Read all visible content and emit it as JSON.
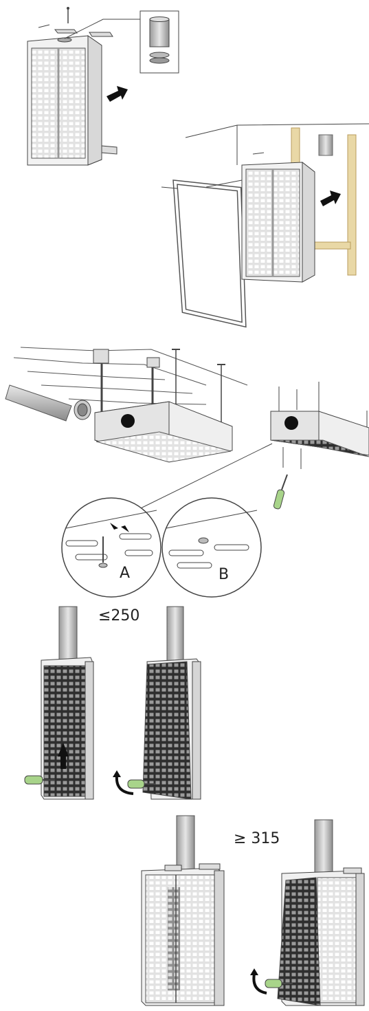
{
  "labels": {
    "detail_a": "A",
    "detail_b": "B",
    "size_small": "≤250",
    "size_large": "≥ 315"
  },
  "colors": {
    "line": "#444444",
    "panel": "#eeeeee",
    "panel_shade": "#d6d6d6",
    "grille_slot": "#ffffff",
    "wood": "#e9d8a6",
    "wood_edge": "#b89b5c",
    "arrow": "#111111",
    "screwdriver_handle": "#a8d48a",
    "duct": "#cfcfcf",
    "dark_filter": "#3a3a3a"
  },
  "icons": [
    "arrow-right-icon",
    "curved-arrow-icon",
    "screwdriver-icon",
    "screw-icon",
    "duct-pipe-icon"
  ]
}
